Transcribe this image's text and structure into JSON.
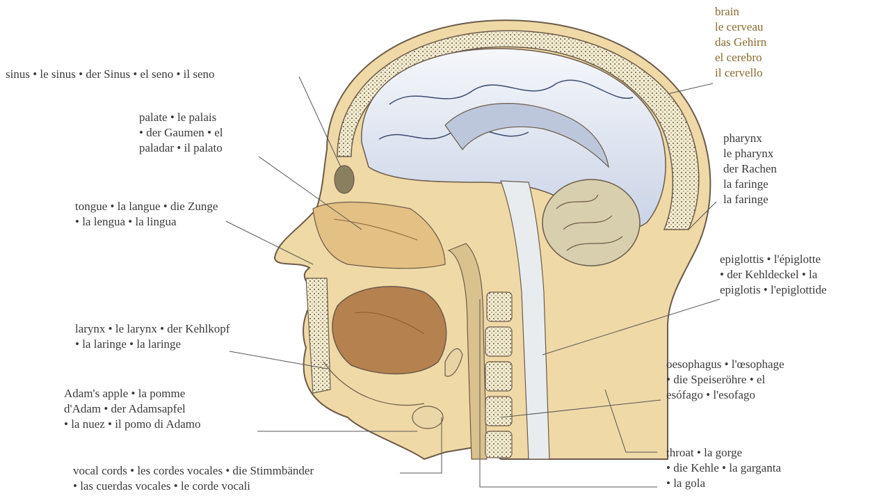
{
  "figure": {
    "subject": "head sagittal section",
    "colors": {
      "skin": "#efd9a6",
      "muscle": "#c49a6c",
      "brain": "#e6ebf4",
      "bone": "#f4eed6",
      "outline": "#6b5a4a",
      "leader": "#555555"
    }
  },
  "labels": {
    "brain": [
      "brain",
      "le cerveau",
      "das Gehirn",
      "el cerebro",
      "il cervello"
    ],
    "sinus": [
      "sinus • le sinus • der Sinus • el seno • il seno"
    ],
    "palate": [
      "palate • le palais",
      "• der Gaumen • el",
      "paladar • il palato"
    ],
    "pharynx": [
      "pharynx",
      "le pharynx",
      "der Rachen",
      "la faringe",
      "la faringe"
    ],
    "tongue": [
      "tongue • la langue • die Zunge",
      "• la lengua • la lingua"
    ],
    "epiglottis": [
      "epiglottis • l'épiglotte",
      "• der Kehldeckel • la",
      "epiglotis • l'epiglottide"
    ],
    "larynx": [
      "larynx • le larynx • der Kehlkopf",
      "• la laringe • la laringe"
    ],
    "oesophagus": [
      "oesophagus • l'œsophage",
      "• die Speiseröhre • el",
      "esófago • l'esofago"
    ],
    "adams_apple": [
      "Adam's apple • la pomme",
      "d'Adam • der Adamsapfel",
      "• la nuez • il pomo di Adamo"
    ],
    "vocal_cords": [
      "vocal cords • les cordes vocales • die Stimmbänder",
      "• las cuerdas vocales • le corde vocali"
    ],
    "throat": [
      "throat • la gorge",
      "• die Kehle • la garganta",
      "• la gola"
    ]
  }
}
